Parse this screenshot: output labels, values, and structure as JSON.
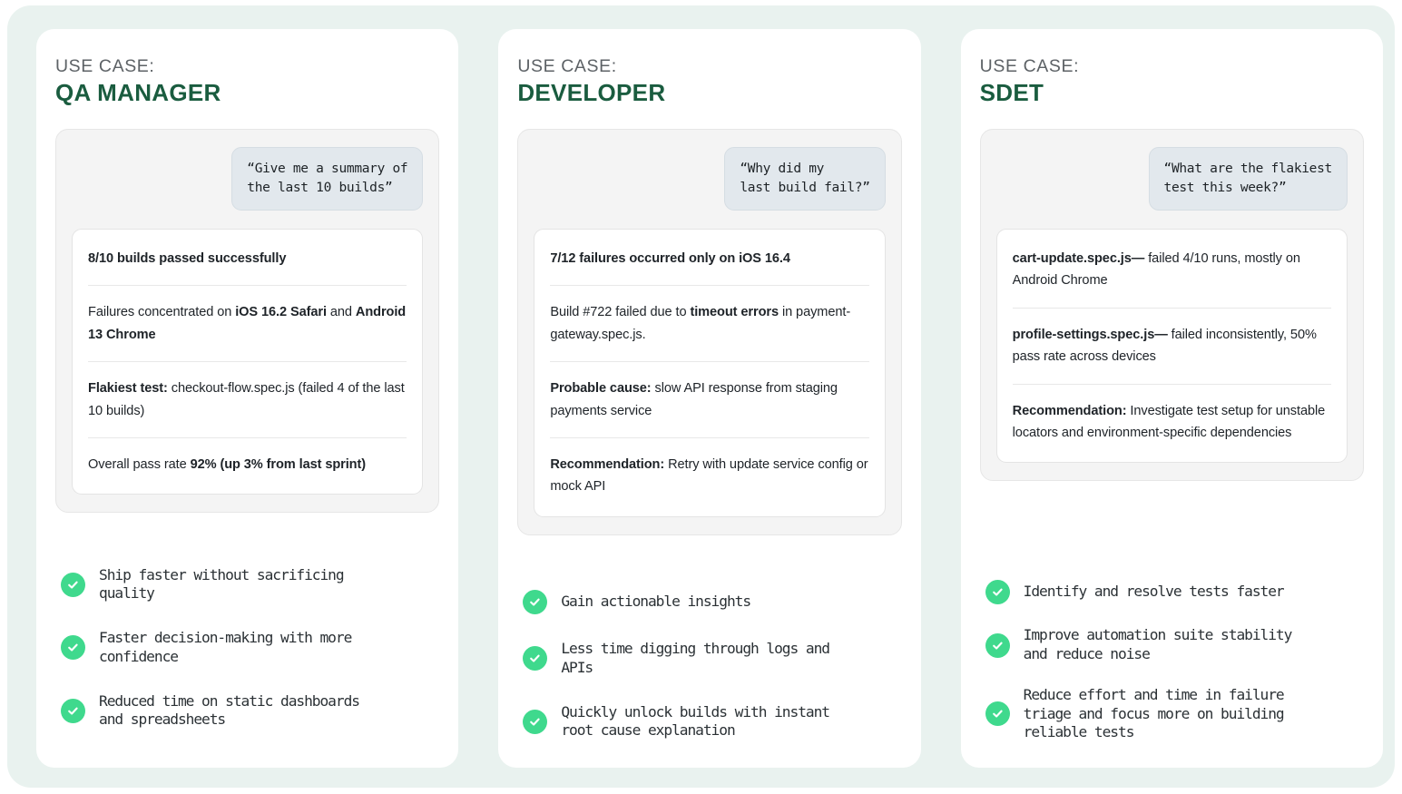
{
  "theme": {
    "page_background": "#ffffff",
    "panel_background": "#e9f2ef",
    "card_background": "#ffffff",
    "chat_panel_background": "#f4f4f4",
    "bubble_background": "#e2e8ed",
    "accent_green": "#1a5c3f",
    "check_green": "#3fd98d",
    "body_text": "#1e2328",
    "eyebrow_text": "#5d6266"
  },
  "cards": [
    {
      "eyebrow": "USE CASE:",
      "role": "QA MANAGER",
      "question": "“Give me a summary of\nthe last 10 builds”",
      "answers": [
        "<b>8/10 builds passed successfully</b>",
        "Failures concentrated on <b>iOS 16.2 Safari</b> and <b>Android 13 Chrome</b>",
        "<b>Flakiest test:</b> checkout-flow.spec.js (failed 4 of the last 10 builds)",
        "Overall pass rate <b>92% (up 3% from last sprint)</b>"
      ],
      "answers_plain": [
        "8/10 builds passed successfully",
        "Failures concentrated on iOS 16.2 Safari and Android 13 Chrome",
        "Flakiest test: checkout-flow.spec.js (failed 4 of the last 10 builds)",
        "Overall pass rate 92% (up 3% from last sprint)"
      ],
      "benefits": [
        "Ship faster without sacrificing\nquality",
        "Faster decision-making with more\nconfidence",
        "Reduced time on static dashboards\nand spreadsheets"
      ]
    },
    {
      "eyebrow": "USE CASE:",
      "role": "DEVELOPER",
      "question": "“Why did my\nlast build fail?”",
      "answers": [
        "<b>7/12 failures occurred only on iOS 16.4</b>",
        "Build #722 failed due to <b>timeout errors</b> in payment-gateway.spec.js.",
        "<b>Probable cause:</b> slow API response from staging payments service",
        "<b>Recommendation:</b> Retry with update service config or mock API"
      ],
      "answers_plain": [
        "7/12 failures occurred only on iOS 16.4",
        "Build #722 failed due to timeout errors in payment-gateway.spec.js.",
        "Probable cause: slow API response from staging payments service",
        "Recommendation: Retry with update service config or mock API"
      ],
      "benefits": [
        "Gain actionable insights",
        "Less time digging through logs and\nAPIs",
        "Quickly unlock builds with instant\nroot cause explanation"
      ]
    },
    {
      "eyebrow": "USE CASE:",
      "role": "SDET",
      "question": "“What are the flakiest\ntest this week?”",
      "answers": [
        "<b>cart-update.spec.js—</b> failed 4/10 runs, mostly on Android Chrome",
        "<b>profile-settings.spec.js—</b> failed inconsistently, 50% pass rate across devices",
        "<b>Recommendation:</b> Investigate test setup for unstable locators and environment-specific dependencies"
      ],
      "answers_plain": [
        "cart-update.spec.js— failed 4/10 runs, mostly on Android Chrome",
        "profile-settings.spec.js— failed inconsistently, 50% pass rate across devices",
        "Recommendation: Investigate test setup for unstable locators and environment-specific dependencies"
      ],
      "benefits": [
        "Identify and resolve tests faster",
        "Improve automation suite stability\nand reduce noise",
        "Reduce effort and time in failure\ntriage and focus more on building\nreliable tests"
      ]
    }
  ],
  "icons": {
    "check": "check-circle-icon"
  }
}
